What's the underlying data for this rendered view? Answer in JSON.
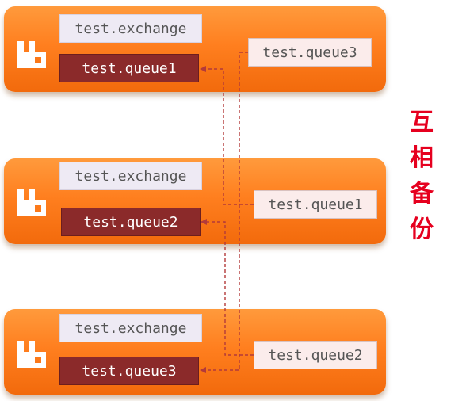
{
  "nodes": [
    {
      "exchange": "test.exchange",
      "queue": "test.queue1",
      "mirror": "test.queue3"
    },
    {
      "exchange": "test.exchange",
      "queue": "test.queue2",
      "mirror": "test.queue1"
    },
    {
      "exchange": "test.exchange",
      "queue": "test.queue3",
      "mirror": "test.queue2"
    }
  ],
  "side_note": "互相备份",
  "colors": {
    "node_orange": "#ff7f1f",
    "queue_fill": "#8b2a2a",
    "exchange_fill": "#eeeaf4",
    "mirror_fill": "#fbeceb",
    "link_line": "#b33a3a",
    "note_red": "#e6001f"
  },
  "icons": {
    "node_logo": "rabbitmq-logo-icon"
  }
}
